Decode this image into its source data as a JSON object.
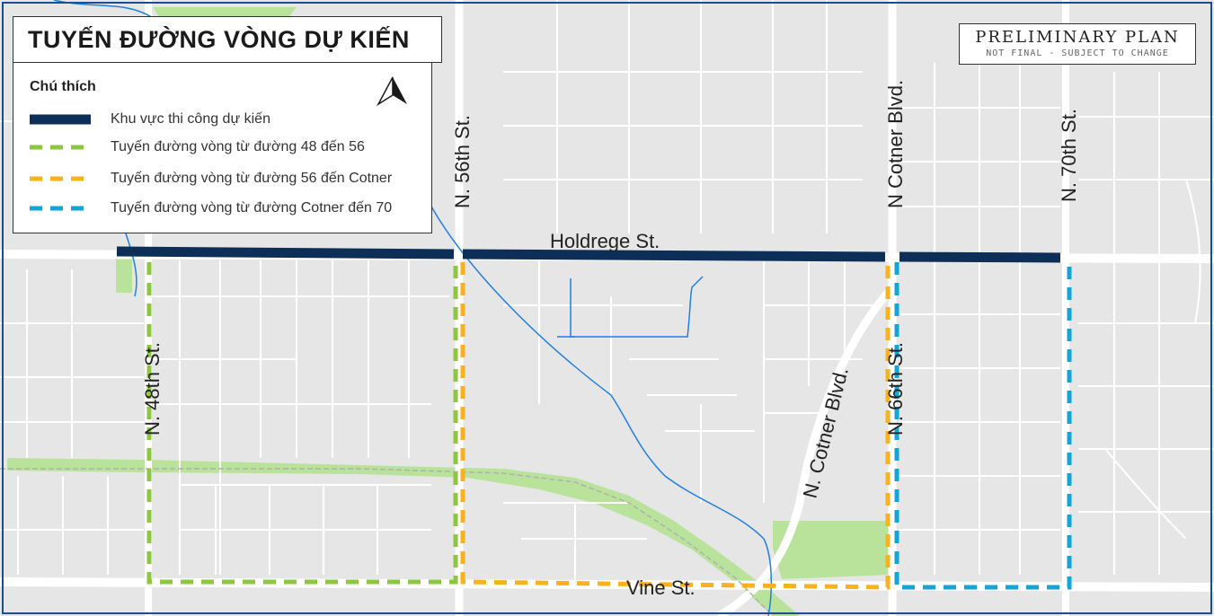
{
  "title": "TUYẾN ĐƯỜNG VÒNG DỰ KIẾN",
  "legend": {
    "heading": "Chú thích",
    "items": [
      {
        "label": "Khu vực thi công dự kiến",
        "color": "#0c2e57",
        "style": "solid"
      },
      {
        "label": "Tuyến đường vòng từ đường 48 đến 56",
        "color": "#8dc63f",
        "style": "dashed"
      },
      {
        "label": "Tuyến đường vòng từ đường 56 đến Cotner",
        "color": "#f9b21b",
        "style": "dashed"
      },
      {
        "label": "Tuyến đường vòng từ đường Cotner đến 70",
        "color": "#14a5d8",
        "style": "dashed"
      }
    ]
  },
  "stamp": {
    "main": "PRELIMINARY PLAN",
    "sub": "NOT FINAL - SUBJECT TO CHANGE"
  },
  "streets": {
    "holdrege": "Holdrege St.",
    "vine": "Vine St.",
    "n48": "N. 48th St.",
    "n56": "N. 56th St.",
    "cotner_top": "N Cotner Blvd.",
    "n70": "N. 70th St.",
    "n66": "N. 66th St.",
    "cotner_diag": "N. Cotner Blvd."
  },
  "icons": {
    "north": "north-arrow-icon"
  }
}
